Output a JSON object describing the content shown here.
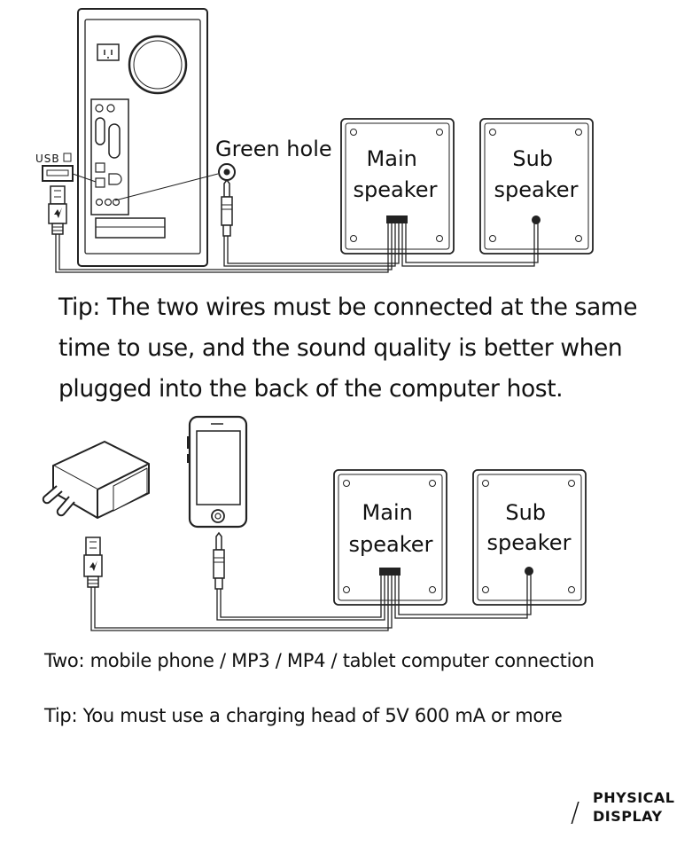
{
  "top_diagram": {
    "usb_label": "USB",
    "green_hole_label": "Green hole",
    "main_speaker": [
      "Main",
      "speaker"
    ],
    "sub_speaker": [
      "Sub",
      "speaker"
    ]
  },
  "tip_main": [
    "Tip: The two wires must be connected at the same",
    "time to use, and the sound quality is better when",
    "plugged into the back of the computer host."
  ],
  "bottom_diagram": {
    "main_speaker": [
      "Main",
      "speaker"
    ],
    "sub_speaker": [
      "Sub",
      "speaker"
    ]
  },
  "connection_title": "Two: mobile phone / MP3 / MP4 / tablet computer connection",
  "charging_tip": "Tip: You must use a charging head of 5V 600 mA or more",
  "brand": [
    "PHYSICAL",
    "DISPLAY"
  ],
  "icons": [
    "computer-tower-icon",
    "usb-plug-icon",
    "audio-jack-icon",
    "speaker-icon",
    "power-adapter-icon",
    "smartphone-icon"
  ]
}
